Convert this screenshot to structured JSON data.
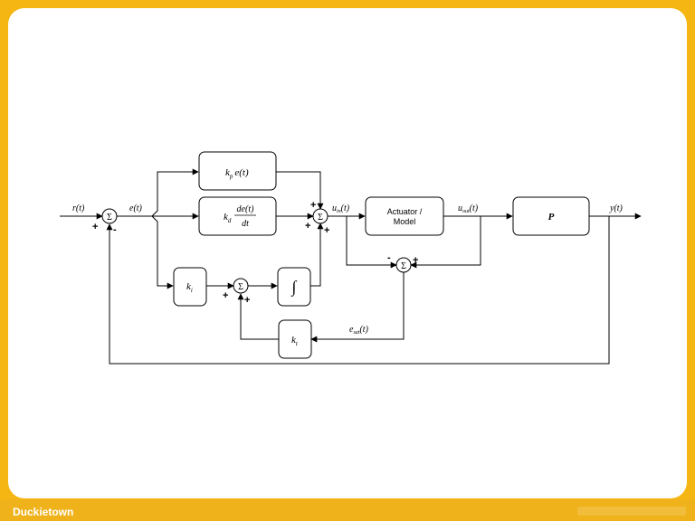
{
  "footer": {
    "brand": "Duckietown"
  },
  "diagram": {
    "signals": {
      "reference": "r(t)",
      "error": "e(t)",
      "u_in": "u",
      "u_in_sub": "in",
      "u_in_arg": "(t)",
      "u_out": "u",
      "u_out_sub": "out",
      "u_out_arg": "(t)",
      "e_sat": "e",
      "e_sat_sub": "sat",
      "e_sat_arg": "(t)",
      "output": "y(t)"
    },
    "blocks": {
      "kp": "k",
      "kp_sub": "p",
      "kp_arg": "e(t)",
      "kd": "k",
      "kd_sub": "d",
      "kd_num": "de(t)",
      "kd_den": "dt",
      "ki": "k",
      "ki_sub": "i",
      "integral": "∫",
      "kt": "k",
      "kt_sub": "t",
      "actuator_line1": "Actuator /",
      "actuator_line2": "Model",
      "plant": "P"
    },
    "summing_symbol": "Σ",
    "signs": {
      "sum1_plus": "+",
      "sum1_minus": "-",
      "sum_main_top": "+",
      "sum_main_left": "+",
      "sum_main_bottom": "+",
      "sum_sat_minus": "-",
      "sum_sat_plus": "+",
      "sum_i_left": "+",
      "sum_i_bottom": "+"
    }
  }
}
